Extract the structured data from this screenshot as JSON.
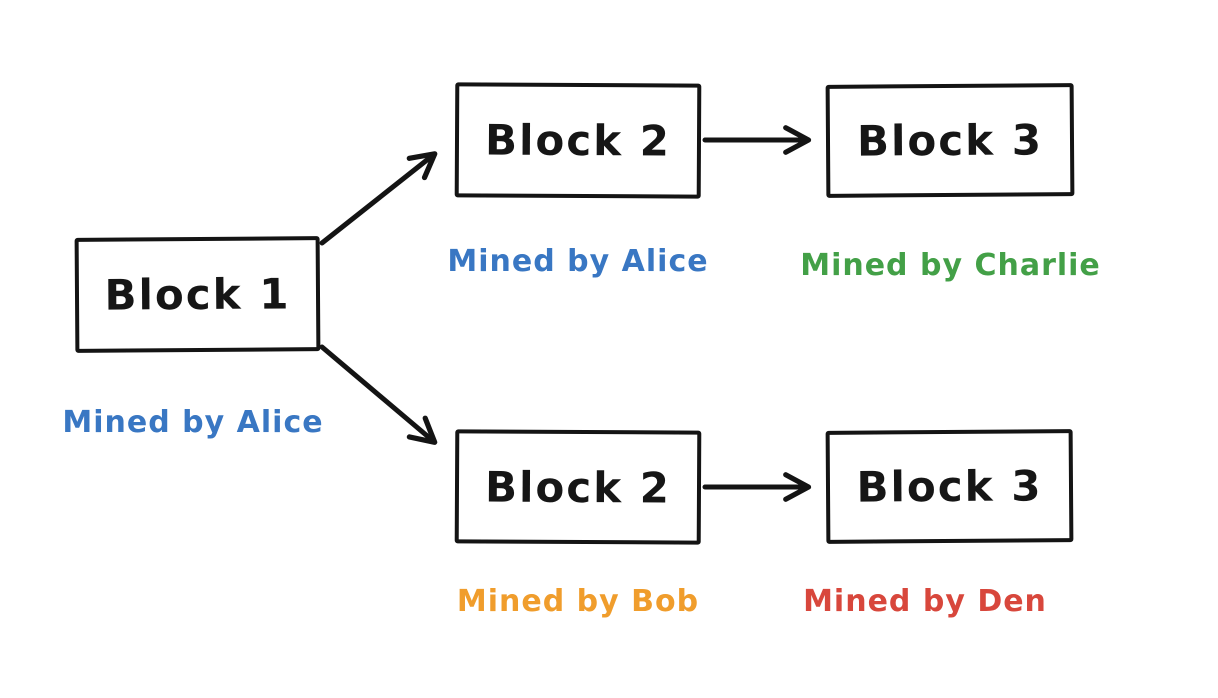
{
  "diagram": {
    "title": "blockchain-fork-diagram",
    "colors": {
      "stroke": "#141414",
      "background": "#ffffff",
      "blue": "#3977c3",
      "green": "#43a047",
      "orange": "#f09d2c",
      "red": "#d8473c"
    },
    "blocks": {
      "block1": {
        "label": "Block 1",
        "miner": "Mined by Alice",
        "miner_color": "#3977c3"
      },
      "block2_top": {
        "label": "Block 2",
        "miner": "Mined by Alice",
        "miner_color": "#3977c3"
      },
      "block3_top": {
        "label": "Block 3",
        "miner": "Mined by Charlie",
        "miner_color": "#43a047"
      },
      "block2_bottom": {
        "label": "Block 2",
        "miner": "Mined by Bob",
        "miner_color": "#f09d2c"
      },
      "block3_bottom": {
        "label": "Block 3",
        "miner": "Mined by Den",
        "miner_color": "#d8473c"
      }
    },
    "edges": [
      {
        "from": "block1",
        "to": "block2_top"
      },
      {
        "from": "block1",
        "to": "block2_bottom"
      },
      {
        "from": "block2_top",
        "to": "block3_top"
      },
      {
        "from": "block2_bottom",
        "to": "block3_bottom"
      }
    ]
  }
}
